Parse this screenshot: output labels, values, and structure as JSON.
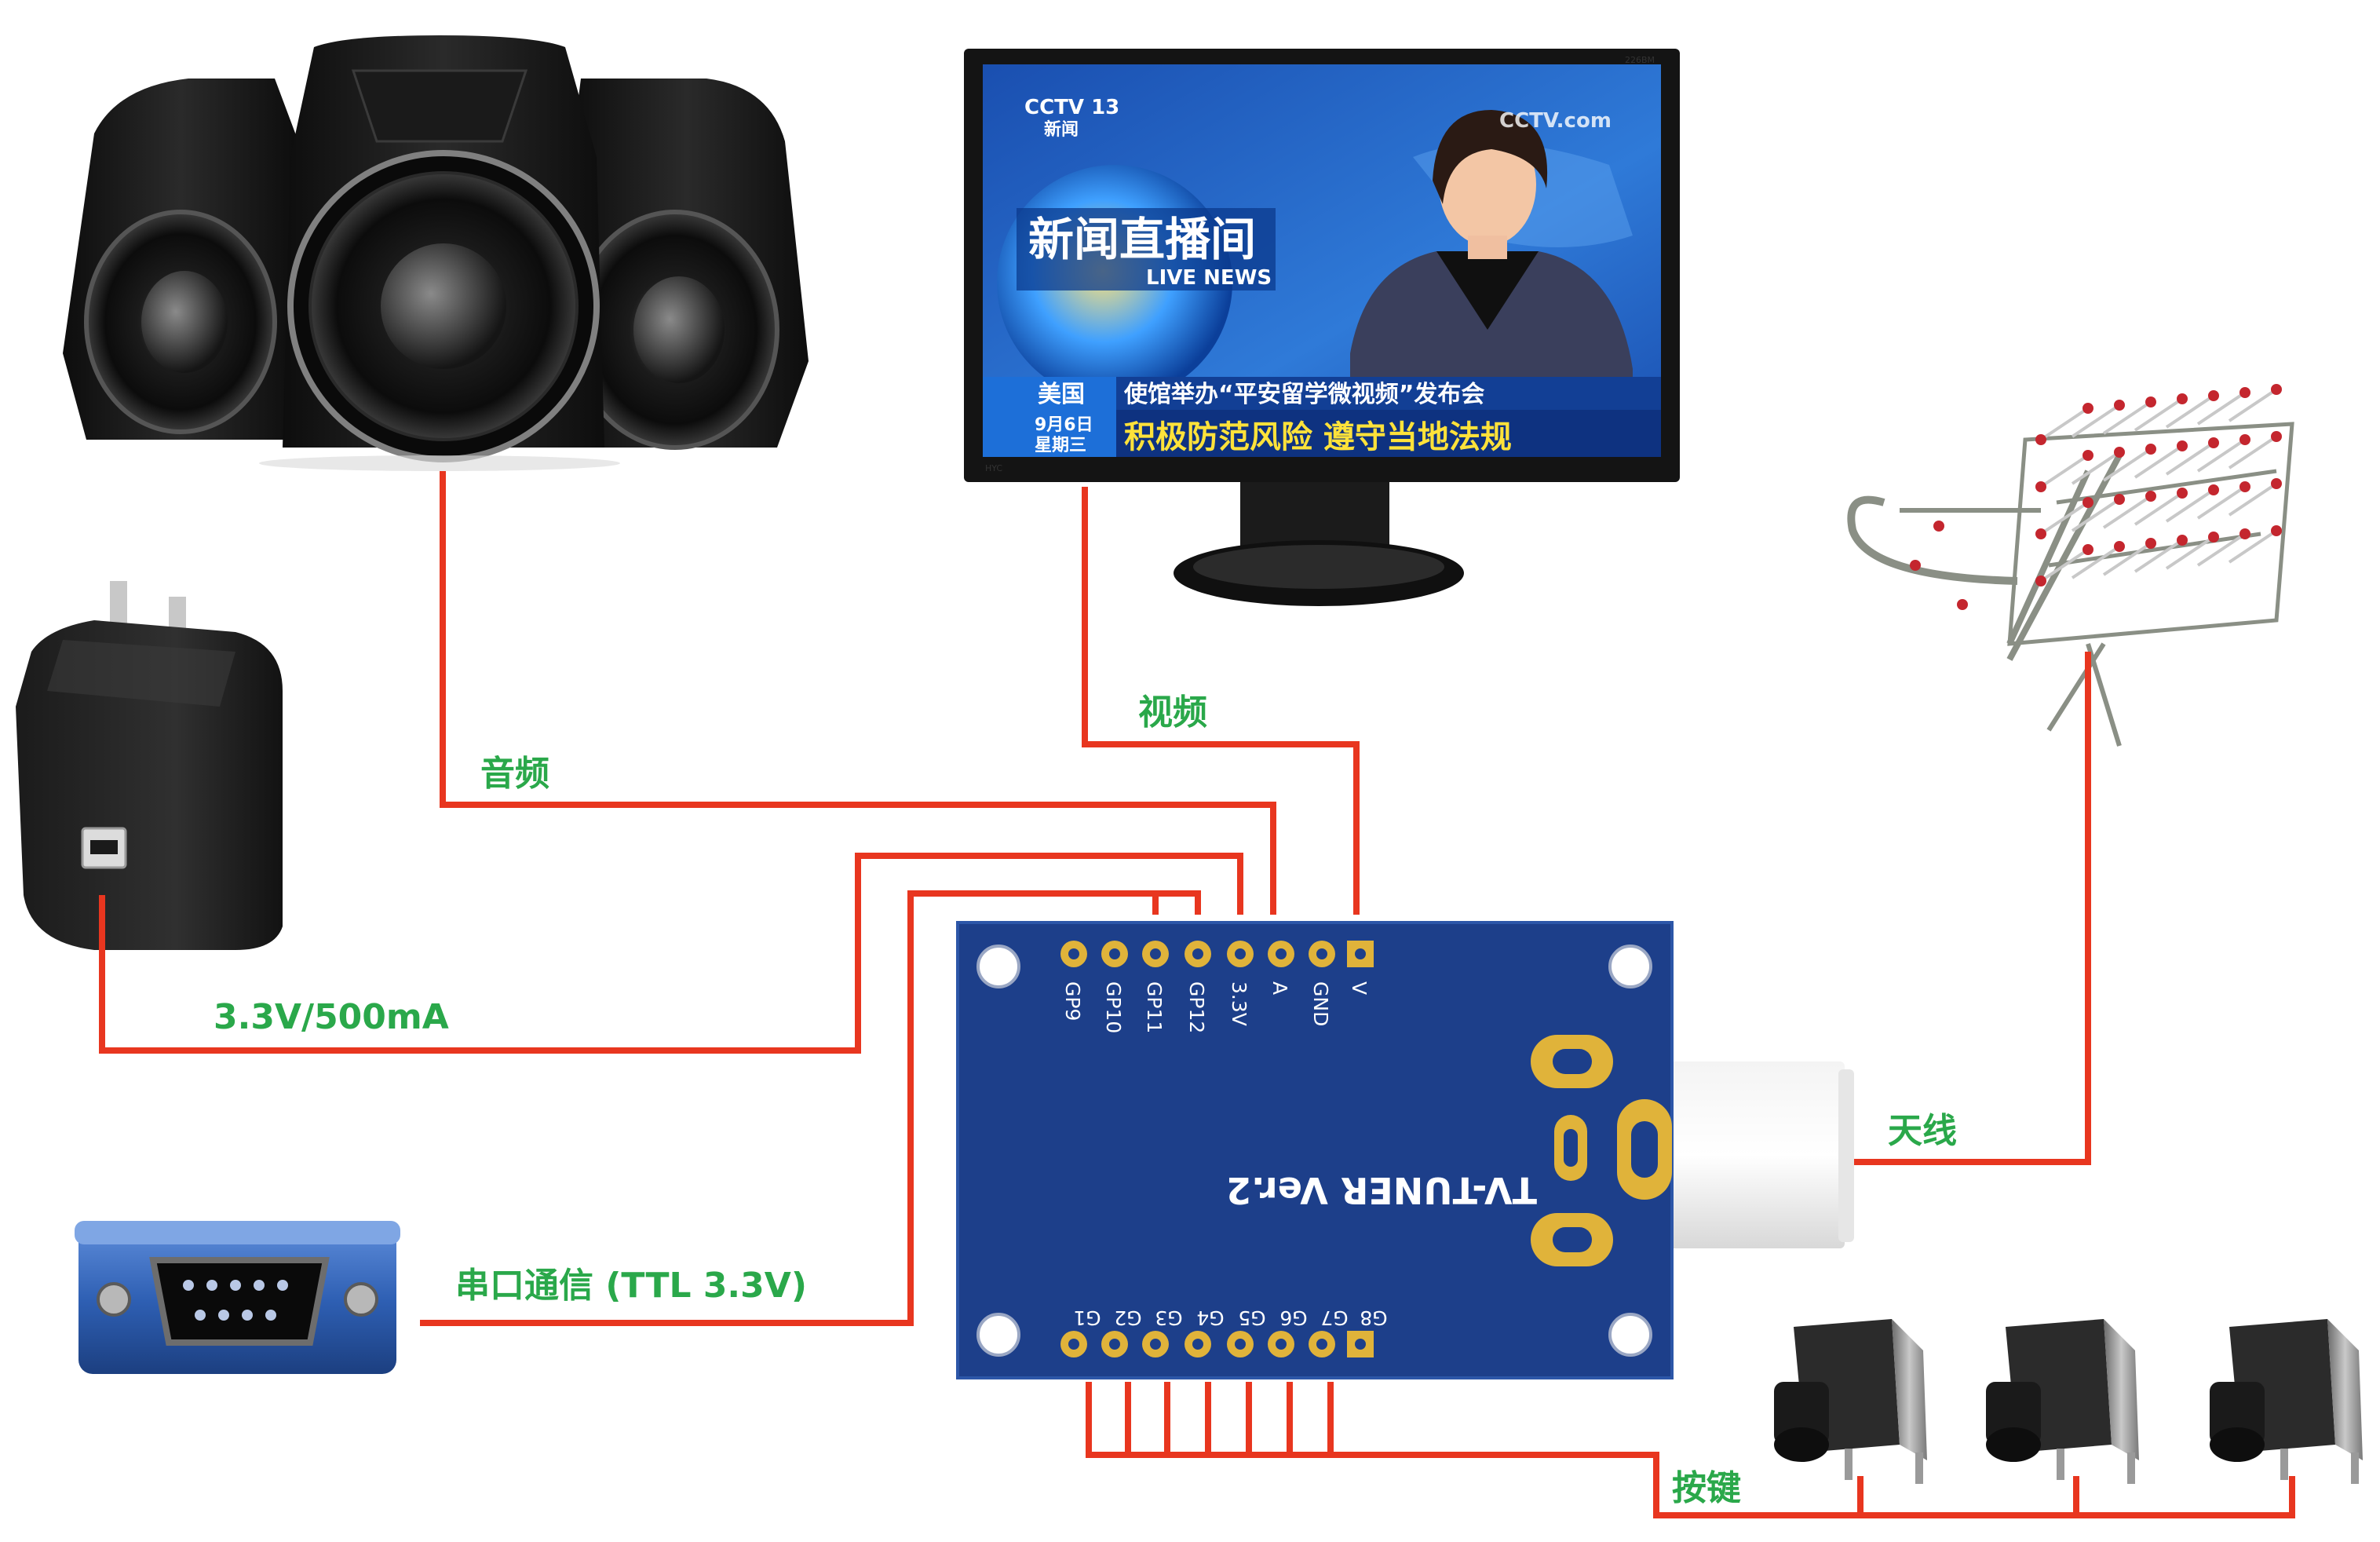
{
  "colors": {
    "wire": "#e8361f",
    "label_green": "#2aa84a",
    "board_blue": "#1d3f8a",
    "pad_gold": "#e0b33a",
    "tv_blue": "#1b55b5"
  },
  "labels": {
    "audio": "音频",
    "video": "视频",
    "power": "3.3V/500mA",
    "antenna": "天线",
    "serial": "串口通信 (TTL 3.3V)",
    "buttons": "按键"
  },
  "board": {
    "title": "TV-TUNER  Ver.2",
    "top_pins": [
      "GP9",
      "GP10",
      "GP11",
      "GP12",
      "3.3V",
      "A",
      "GND",
      "V"
    ],
    "bottom_pins": [
      "G1",
      "G2",
      "G3",
      "G4",
      "G5",
      "G6",
      "G7",
      "G8"
    ]
  },
  "tv_screen": {
    "channel_logo": "CCTV 13",
    "channel_sub": "新闻",
    "brand_logo": "CCTV.com",
    "headline": "新闻直播间",
    "headline_sub": "LIVE NEWS",
    "ticker_country": "美国",
    "ticker_line1": "使馆举办“平安留学微视频”发布会",
    "ticker_date1": "9月6日",
    "ticker_date2": "星期三",
    "ticker_line2": "积极防范风险 遵守当地法规",
    "monitor_brand": "HYC",
    "model": "226BM"
  },
  "icons": {
    "speakers": "speakers-icon",
    "monitor": "monitor-icon",
    "antenna": "antenna-icon",
    "charger": "usb-charger-icon",
    "serial": "db9-connector-icon",
    "button": "tactile-button-icon",
    "coax": "coax-connector-icon"
  }
}
